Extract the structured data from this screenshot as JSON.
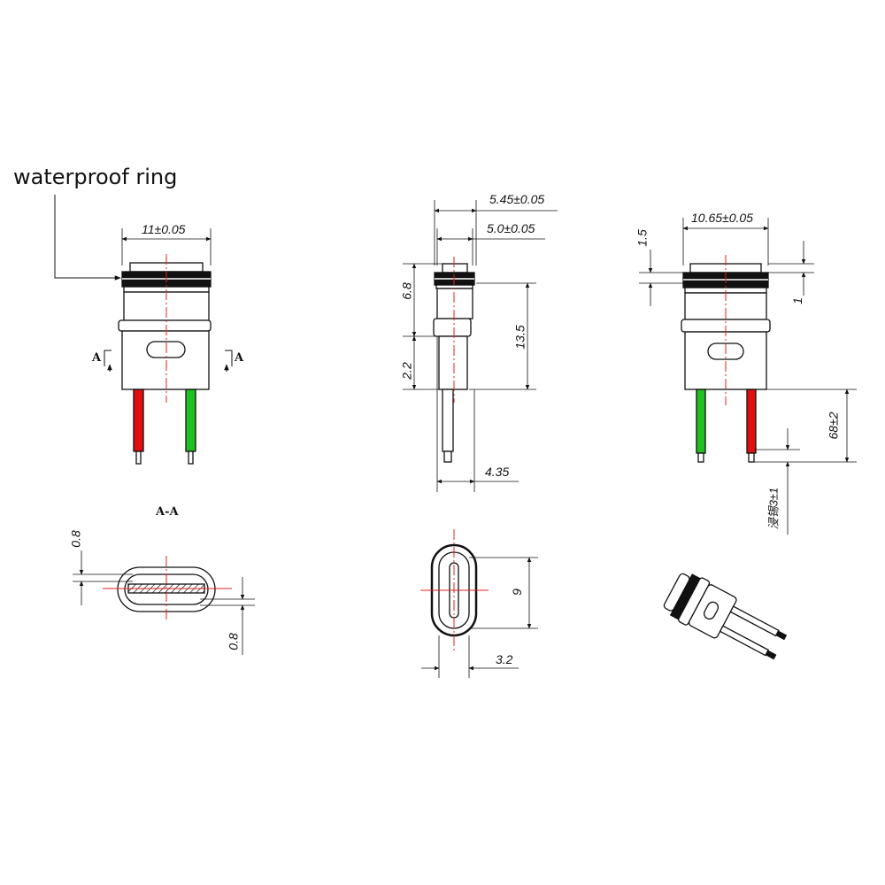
{
  "callout": "waterproof ring",
  "section_view_title": "A-A",
  "section_marker": "A",
  "dimensions": {
    "front_width": "11±0.05",
    "side_width_outer": "5.45±0.05",
    "side_width_inner": "5.0±0.05",
    "side_head_height": "6.8",
    "side_body_height": "13.5",
    "side_step_height": "2.2",
    "side_pin_offset": "4.35",
    "back_width": "10.65±0.05",
    "back_top": "1.5",
    "back_ring": "1",
    "wire_length": "68±2",
    "tin_dip": "浸锡3±1",
    "section_top": "0.8",
    "section_bottom": "0.8",
    "port_height": "9",
    "port_width": "3.2"
  },
  "colors": {
    "line": "#111111",
    "centerline": "#e02020",
    "red_wire": "#e01010",
    "green_wire": "#20c020",
    "ring": "#111111"
  }
}
